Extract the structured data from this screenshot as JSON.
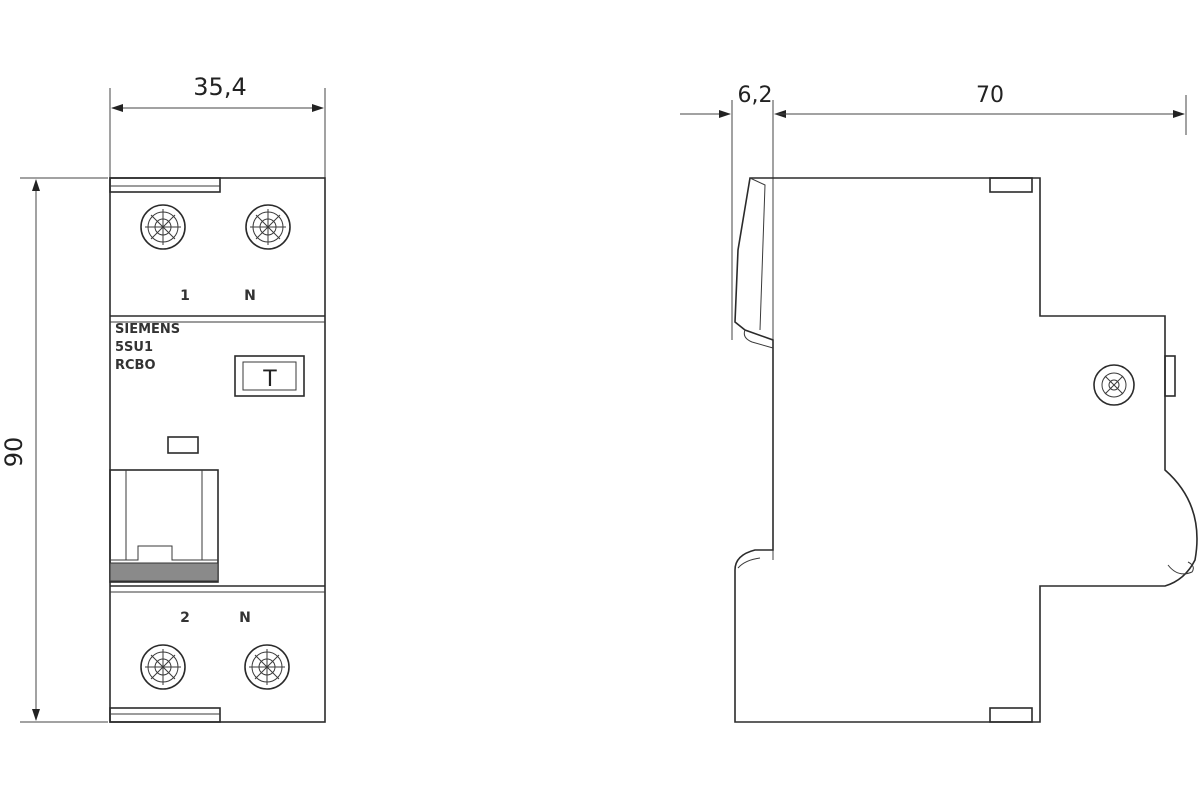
{
  "dimensions": {
    "front_width": "35,4",
    "height": "90",
    "side_offset": "6,2",
    "side_depth": "70"
  },
  "front_panel": {
    "terminal_top_left": "1",
    "terminal_top_right": "N",
    "terminal_bottom_left": "2",
    "terminal_bottom_right": "N",
    "brand_line1": "SIEMENS",
    "brand_line2": "5SU1",
    "brand_line3": "RCBO",
    "test_button": "T"
  }
}
